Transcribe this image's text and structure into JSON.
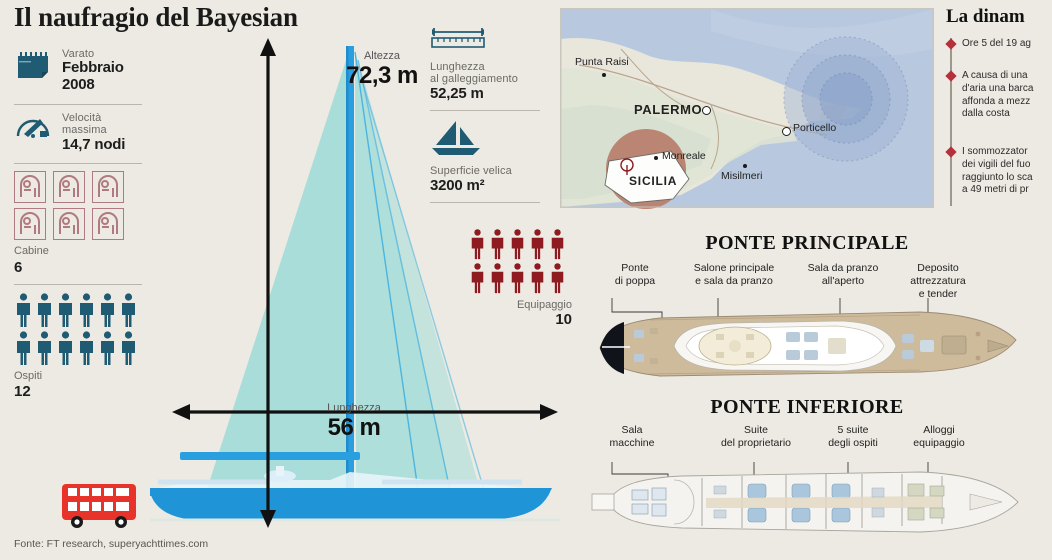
{
  "title": "Il naufragio del Bayesian",
  "footer": "Fonte: FT research, superyachttimes.com",
  "colors": {
    "background": "#edeae3",
    "teal": "#1f5b73",
    "sail": "#a8ddd9",
    "hull": "#1f95d8",
    "rose": "#b07b80",
    "crew_red": "#8e1b1f",
    "bullet_red": "#b5303a",
    "sea": "#b8c8de",
    "land": "#e8e5dc",
    "sicily_circle": "#b97f6e"
  },
  "stats_left": [
    {
      "icon": "calendar-icon",
      "label": "Varato",
      "value": "Febbraio\n2008"
    },
    {
      "icon": "speedometer-icon",
      "label": "Velocità\nmassima",
      "value": "14,7 nodi"
    }
  ],
  "cabins": {
    "icon": "bed-icon",
    "count": 6,
    "label": "Cabine",
    "value": "6"
  },
  "guests": {
    "icon": "person-icon",
    "count": 12,
    "label": "Ospiti",
    "value": "12"
  },
  "stats_mid": [
    {
      "icon": "ruler-icon",
      "label": "Lunghezza\nal galleggiamento",
      "value": "52,25 m"
    },
    {
      "icon": "sailboat-icon",
      "label": "Superficie velica",
      "value": "3200 m²"
    }
  ],
  "crew": {
    "icon": "person-icon",
    "count": 10,
    "label": "Equipaggio",
    "value": "10"
  },
  "dimensions": {
    "height": {
      "label": "Altezza",
      "value": "72,3 m"
    },
    "length": {
      "label": "Lunghezza",
      "value": "56 m"
    }
  },
  "map": {
    "labels": [
      {
        "name": "Punta Raisi",
        "type": "town"
      },
      {
        "name": "PALERMO",
        "type": "city"
      },
      {
        "name": "Porticello",
        "type": "wreck"
      },
      {
        "name": "Monreale",
        "type": "town"
      },
      {
        "name": "Misilmeri",
        "type": "town"
      },
      {
        "name": "SICILIA",
        "type": "region"
      }
    ]
  },
  "right_panel": {
    "title": "La dinam",
    "items": [
      "Ore 5 del 19 ag",
      "A causa di una \nd'aria una barca\naffonda a mezz\ndalla costa",
      "I sommozzator\ndei vigili del fuo\nraggiunto lo sca\na 49 metri di pr"
    ]
  },
  "decks": [
    {
      "title": "PONTE PRINCIPALE",
      "callouts": [
        "Ponte\ndi poppa",
        "Salone principale\ne sala da pranzo",
        "Sala da pranzo\nall'aperto",
        "Deposito\nattrezzatura\ne tender"
      ]
    },
    {
      "title": "PONTE INFERIORE",
      "callouts": [
        "Sala\nmacchine",
        "Suite\ndel proprietario",
        "5 suite\ndegli ospiti",
        "Alloggi\nequipaggio"
      ]
    }
  ]
}
